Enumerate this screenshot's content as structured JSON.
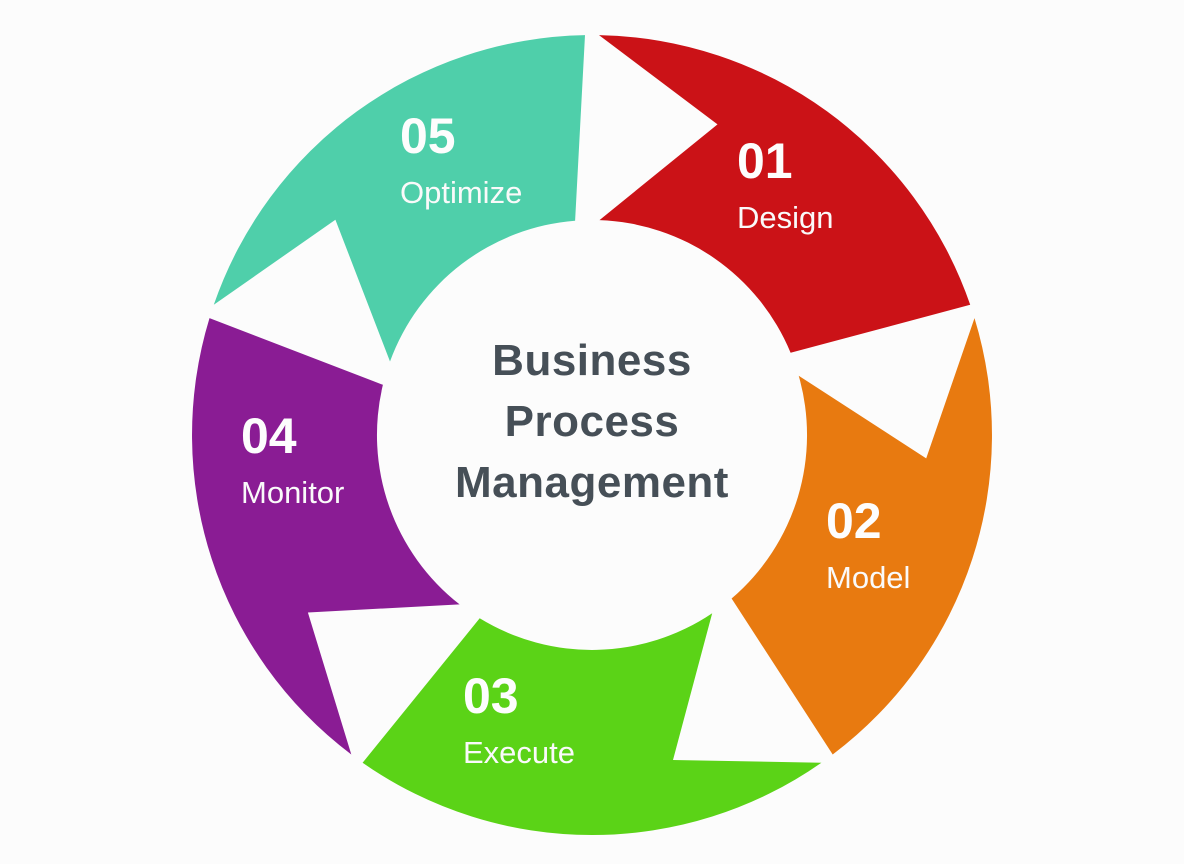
{
  "diagram": {
    "kind": "circular-process-cycle",
    "background": "#fcfcfc"
  },
  "title": {
    "lines": [
      "Business",
      "Process",
      "Management"
    ],
    "color": "#464f57"
  },
  "segments": [
    {
      "number": "01",
      "label": "Design",
      "color": "#cb1217"
    },
    {
      "number": "02",
      "label": "Model",
      "color": "#e87a10"
    },
    {
      "number": "03",
      "label": "Execute",
      "color": "#5bd317"
    },
    {
      "number": "04",
      "label": "Monitor",
      "color": "#8a1c94"
    },
    {
      "number": "05",
      "label": "Optimize",
      "color": "#4fcfaa"
    }
  ],
  "label_text_color": "#fdfdfd"
}
